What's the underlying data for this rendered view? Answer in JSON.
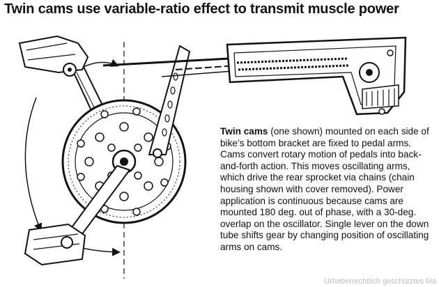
{
  "title": "Twin cams use variable-ratio effect to transmit muscle power",
  "caption": {
    "lead": "Twin cams",
    "body": " (one shown) mounted on each side of bike’s bottom bracket are fixed to pedal arms. Cams convert rotary motion of pedals into back-and-forth action. This moves oscillating arms, which drive the rear sprocket via chains (chain housing shown with cover removed). Power application is continuous because cams are mounted 180 deg. out of phase, with a 30-deg. overlap on the oscillator. Single lever on the down tube shifts gear by changing position of oscillating arms on cams."
  },
  "watermark": "Urheberrechtlich geschütztes Ma",
  "colors": {
    "ink": "#111111",
    "paper": "#ffffff",
    "watermark": "#bdbdbd"
  }
}
